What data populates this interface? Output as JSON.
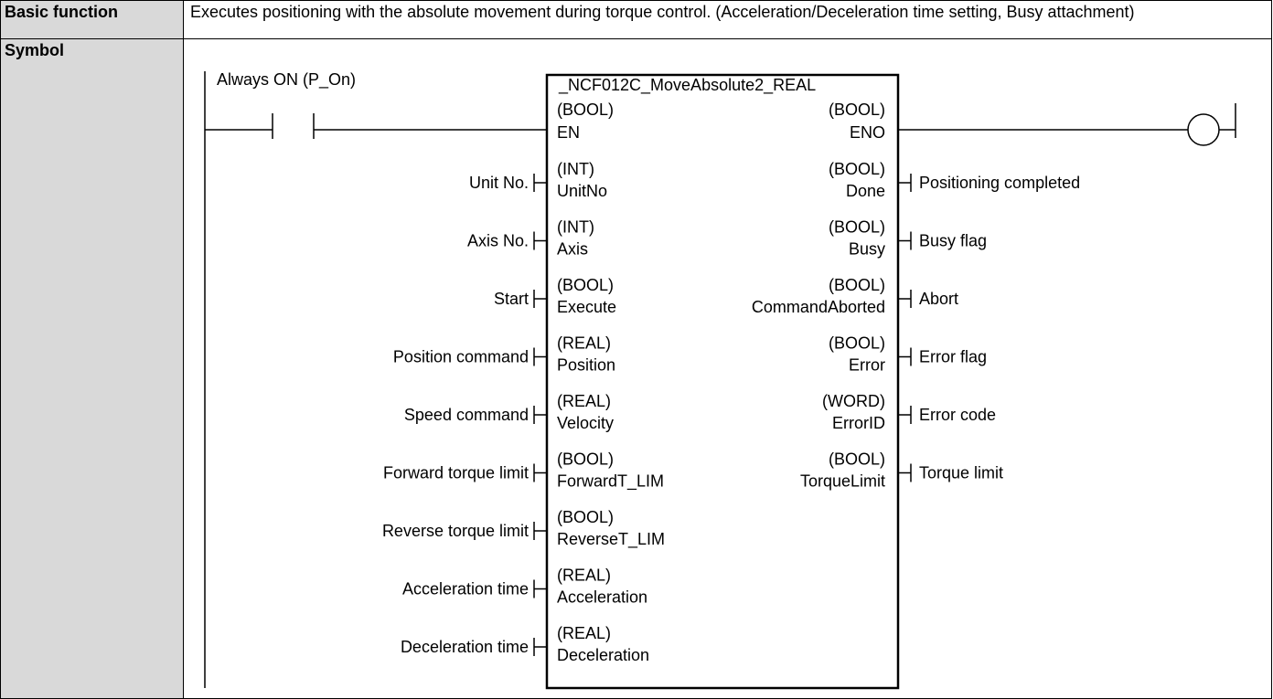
{
  "table": {
    "basic_function_label": "Basic function",
    "basic_function_text": "Executes positioning with the absolute movement during torque control. (Acceleration/Deceleration time setting, Busy attachment)",
    "symbol_label": "Symbol"
  },
  "diagram": {
    "contact_label": "Always ON (P_On)",
    "block_name": "_NCF012C_MoveAbsolute2_REAL",
    "en": {
      "type": "(BOOL)",
      "name": "EN"
    },
    "eno": {
      "type": "(BOOL)",
      "name": "ENO"
    },
    "inputs": [
      {
        "label": "Unit No.",
        "type": "(INT)",
        "name": "UnitNo"
      },
      {
        "label": "Axis No.",
        "type": "(INT)",
        "name": "Axis"
      },
      {
        "label": "Start",
        "type": "(BOOL)",
        "name": "Execute"
      },
      {
        "label": "Position command",
        "type": "(REAL)",
        "name": "Position"
      },
      {
        "label": "Speed command",
        "type": "(REAL)",
        "name": "Velocity"
      },
      {
        "label": "Forward torque limit",
        "type": "(BOOL)",
        "name": "ForwardT_LIM"
      },
      {
        "label": "Reverse torque limit",
        "type": "(BOOL)",
        "name": "ReverseT_LIM"
      },
      {
        "label": "Acceleration time",
        "type": "(REAL)",
        "name": "Acceleration"
      },
      {
        "label": "Deceleration time",
        "type": "(REAL)",
        "name": "Deceleration"
      }
    ],
    "outputs": [
      {
        "label": "Positioning completed",
        "type": "(BOOL)",
        "name": "Done"
      },
      {
        "label": "Busy flag",
        "type": "(BOOL)",
        "name": "Busy"
      },
      {
        "label": "Abort",
        "type": "(BOOL)",
        "name": "CommandAborted"
      },
      {
        "label": "Error flag",
        "type": "(BOOL)",
        "name": "Error"
      },
      {
        "label": "Error code",
        "type": "(WORD)",
        "name": "ErrorID"
      },
      {
        "label": "Torque limit",
        "type": "(BOOL)",
        "name": "TorqueLimit"
      }
    ]
  }
}
